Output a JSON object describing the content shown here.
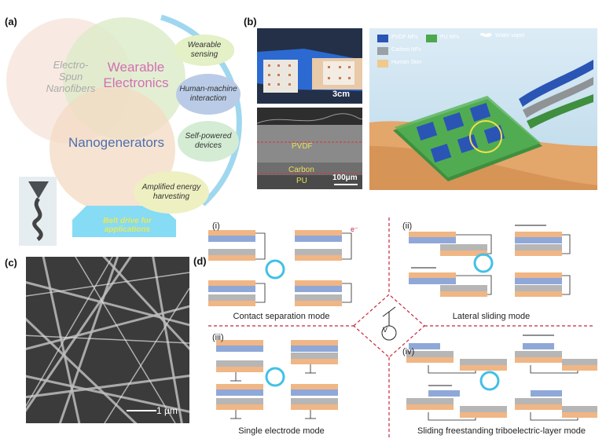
{
  "panel_labels": {
    "a": "(a)",
    "b": "(b)",
    "c": "(c)",
    "d": "(d)"
  },
  "venn": {
    "electrospun": "Electro-Spun Nanofibers",
    "wearable": "Wearable Electronics",
    "nanogenerators": "Nanogenerators",
    "apps": [
      "Wearable sensing",
      "Human-machine interaction",
      "Self-powered devices",
      "Amplified energy harvesting"
    ],
    "belt": "Belt drive for applications"
  },
  "panel_b": {
    "scale_photo": "3cm",
    "scale_sem": "100μm",
    "layers": [
      "PVDF",
      "Carbon",
      "PU"
    ],
    "legend": [
      "PVDF NFs",
      "PU NFs",
      "Water vapor",
      "Carbon NFs",
      "Human Skin"
    ]
  },
  "panel_c": {
    "scale": "1 μm"
  },
  "panel_d": {
    "modes": [
      {
        "num": "(i)",
        "caption": "Contact separation mode"
      },
      {
        "num": "(ii)",
        "caption": "Lateral sliding mode"
      },
      {
        "num": "(iii)",
        "caption": "Single electrode mode"
      },
      {
        "num": "(iv)",
        "caption": "Sliding freestanding triboelectric-layer mode"
      }
    ],
    "electron": "e⁻",
    "meter": "V"
  },
  "colors": {
    "blue_layer": "#7f9fd6",
    "orange_layer": "#f0b685",
    "gray_layer": "#b8b8b8",
    "cyan_arrow": "#43c0e6",
    "red_dash": "#c8283a",
    "belt": "#7fd6f2"
  }
}
